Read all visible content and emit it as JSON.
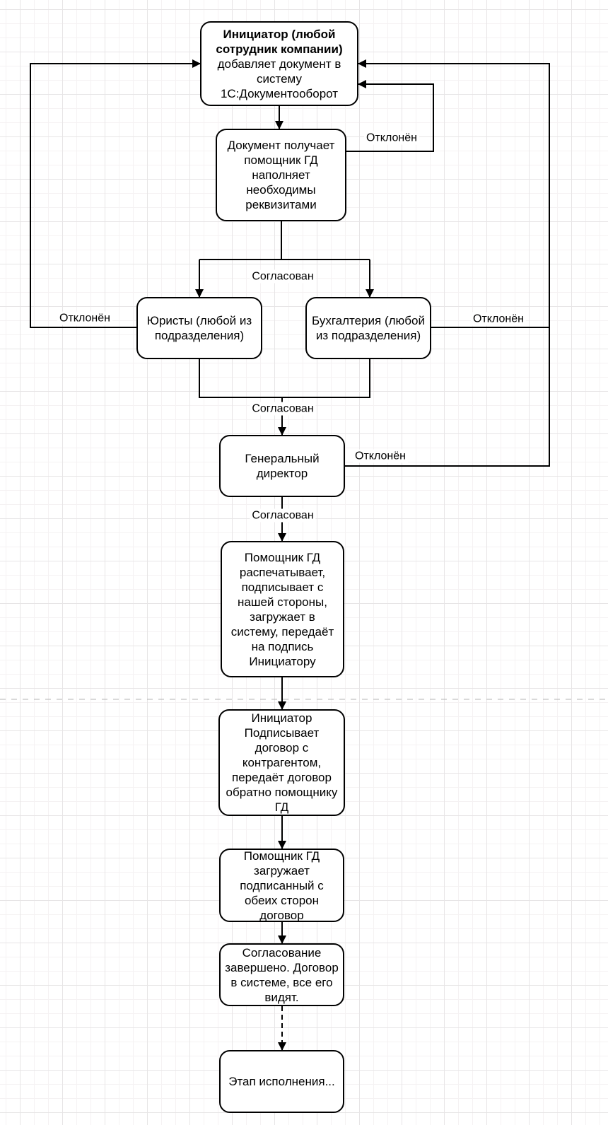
{
  "diagram": {
    "nodes": {
      "initiator": {
        "title": "Инициатор (любой\nсотрудник компании)",
        "text": "добавляет документ в\nсистему\n1С:Документооборот"
      },
      "assistant_fill": {
        "text": "Документ получает\nпомощник ГД\nнаполняет\nнеобходимы\nреквизитами"
      },
      "lawyers": {
        "text": "Юристы (любой из\nподразделения)"
      },
      "accounting": {
        "text": "Бухгалтерия (любой\nиз подразделения)"
      },
      "ceo": {
        "text": "Генеральный\nдиректор"
      },
      "assistant_sign": {
        "text": "Помощник ГД\nраспечатывает,\nподписывает с\nнашей стороны,\nзагружает в\nсистему, передаёт\nна подпись\nИнициатору"
      },
      "initiator_sign": {
        "text": "Инициатор\nПодписывает\nдоговор с\nконтрагентом,\nпередаёт договор\nобратно помощнику\nГД"
      },
      "assistant_upload": {
        "text": "Помощник ГД\nзагружает\nподписанный с\nобеих сторон\nдоговор"
      },
      "done": {
        "text": "Согласование\nзавершено. Договор\nв системе, все его\nвидят."
      },
      "execution": {
        "text": "Этап исполнения..."
      }
    },
    "edge_labels": {
      "approved_split": "Согласован",
      "approved_merge": "Согласован",
      "approved_ceo": "Согласован",
      "rejected_assistant": "Отклонён",
      "rejected_lawyers": "Отклонён",
      "rejected_accounting": "Отклонён",
      "rejected_ceo": "Отклонён"
    },
    "colors": {
      "node_border": "#000000",
      "node_fill": "#ffffff",
      "edge": "#000000",
      "separator_line": "#b3b3b3",
      "grid_minor": "#f5f2f3",
      "grid_major": "#e7e5e6"
    }
  }
}
